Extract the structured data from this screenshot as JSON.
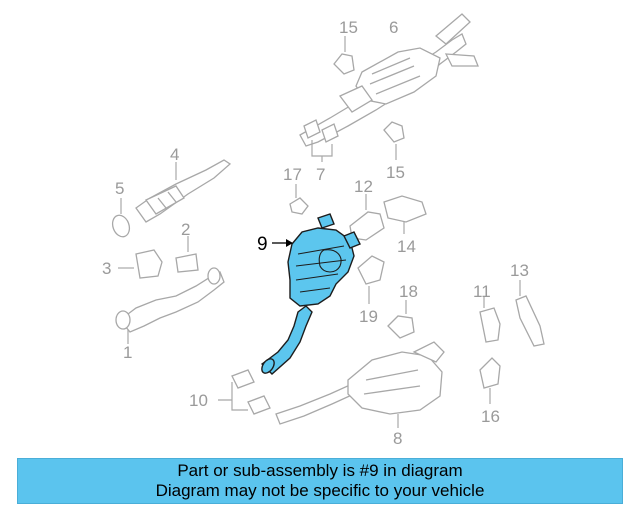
{
  "callouts": {
    "n1": "1",
    "n2": "2",
    "n3": "3",
    "n4": "4",
    "n5": "5",
    "n6": "6",
    "n7": "7",
    "n8": "8",
    "n9": "9",
    "n10": "10",
    "n11": "11",
    "n12": "12",
    "n13": "13",
    "n14": "14",
    "n15a": "15",
    "n15b": "15",
    "n16": "16",
    "n17": "17",
    "n18": "18",
    "n19": "19"
  },
  "colors": {
    "highlight": "#5cc6ee",
    "banner": "#5bc4ee",
    "callout_gray": "#9a9a9a"
  },
  "banner": {
    "line1": "Part or sub-assembly is #9 in diagram",
    "line2": "Diagram may not be specific to your vehicle"
  }
}
